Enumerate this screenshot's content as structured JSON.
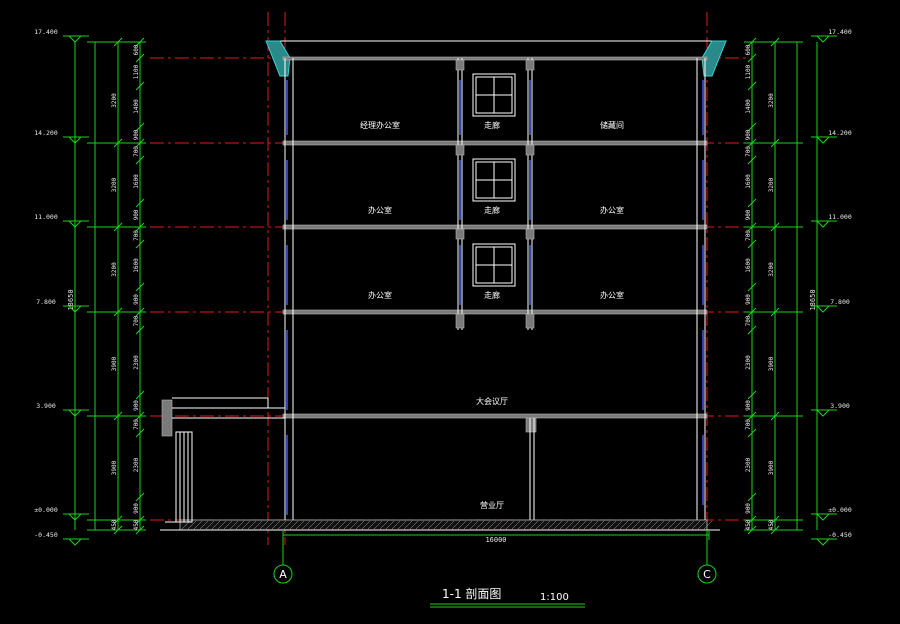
{
  "title": "1-1 剖面图",
  "scale": "1:100",
  "axes": {
    "left": "A",
    "right": "C"
  },
  "overall_width_dim": "16000",
  "total_height_dim": "18650",
  "levels_left": [
    "17.400",
    "14.200",
    "11.000",
    "7.800",
    "3.900",
    "±0.000",
    "-0.450"
  ],
  "levels_right": [
    "17.400",
    "14.200",
    "11.000",
    "7.800",
    "3.900",
    "±0.000",
    "-0.450"
  ],
  "floor_dims": [
    "3200",
    "3200",
    "3200",
    "3900",
    "3900",
    "450"
  ],
  "sub_dims": [
    "600",
    "1100",
    "1400",
    "900",
    "700",
    "1600",
    "900",
    "700",
    "1600",
    "900",
    "700",
    "2300",
    "900",
    "700",
    "2300",
    "900",
    "450"
  ],
  "rooms": [
    {
      "key": "f4a",
      "text": "经理办公室"
    },
    {
      "key": "f4b",
      "text": "走廊"
    },
    {
      "key": "f4c",
      "text": "储藏间"
    },
    {
      "key": "f3a",
      "text": "办公室"
    },
    {
      "key": "f3b",
      "text": "走廊"
    },
    {
      "key": "f3c",
      "text": "办公室"
    },
    {
      "key": "f2a",
      "text": "办公室"
    },
    {
      "key": "f2b",
      "text": "走廊"
    },
    {
      "key": "f2c",
      "text": "办公室"
    },
    {
      "key": "f1",
      "text": "大会议厅"
    },
    {
      "key": "f0",
      "text": "营业厅"
    }
  ],
  "colors": {
    "background": "#000000",
    "dimension": "#19d419",
    "axis": "#e01b1b",
    "outline": "#ffffff",
    "glass": "#3d5fe0",
    "parapet": "#3ad0d0"
  }
}
